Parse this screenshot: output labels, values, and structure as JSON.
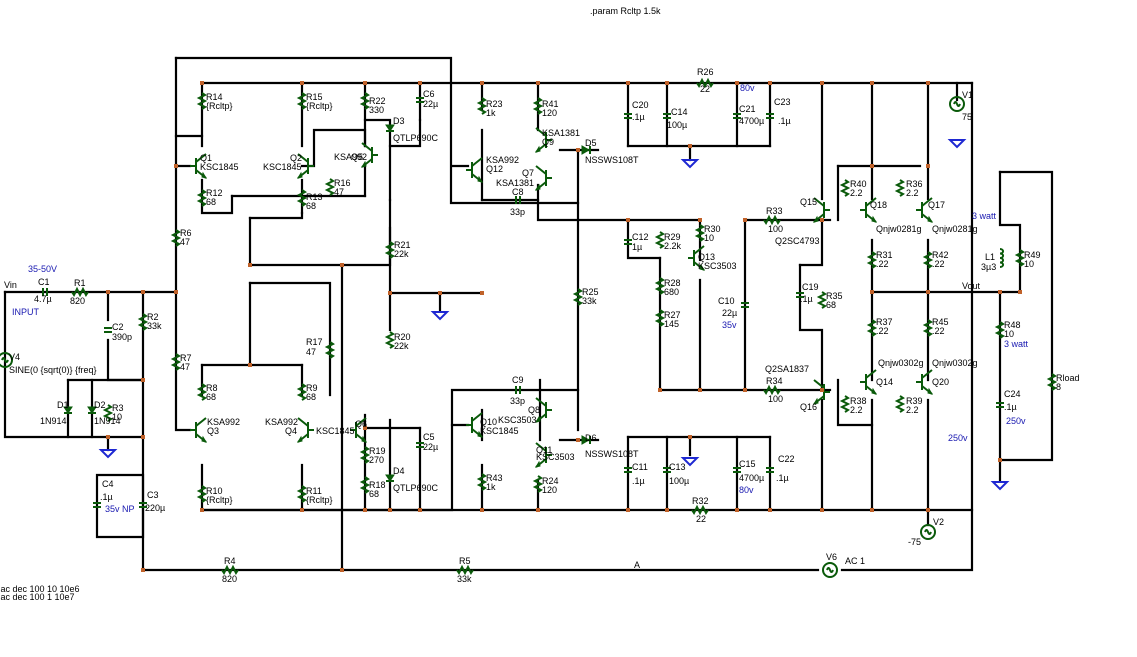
{
  "header": {
    "directive": ".param Rcltp 1.5k"
  },
  "footer": {
    "ac1": ".ac dec 100 10 10e6",
    "ac2": ".ac dec 100 1 10e7"
  },
  "nets": {
    "vin": "Vin",
    "vout": "Vout",
    "input": "INPUT",
    "a": "A"
  },
  "notes": {
    "supply_range": "35-50V",
    "c14_rating": "80v",
    "c15_rating": "80v",
    "c4_rating": "35v  NP",
    "c10_rating": "35v",
    "l1_power": "3 watt",
    "r48_power": "3 watt",
    "c24_rating": "250v",
    "rload_rating": "250v"
  },
  "sources": [
    {
      "ref": "V1",
      "value": "75"
    },
    {
      "ref": "V2",
      "value": "-75"
    },
    {
      "ref": "V4",
      "value": "SINE(0 {sqrt(0)} {freq}"
    },
    {
      "ref": "V6",
      "value": "AC 1"
    }
  ],
  "transistors": [
    {
      "ref": "Q1",
      "model": "KSC1845"
    },
    {
      "ref": "Q2",
      "model": "KSC1845"
    },
    {
      "ref": "Q3",
      "model": "KSA992"
    },
    {
      "ref": "Q4",
      "model": "KSA992"
    },
    {
      "ref": "Q5",
      "model": "KSA992"
    },
    {
      "ref": "Q6",
      "model": "KSC1845"
    },
    {
      "ref": "Q7",
      "model": "KSA1381"
    },
    {
      "ref": "Q8",
      "model": "KSC3503"
    },
    {
      "ref": "Q9",
      "model": "KSA1381"
    },
    {
      "ref": "Q10",
      "model": "KSC1845"
    },
    {
      "ref": "Q11",
      "model": "KSC3503"
    },
    {
      "ref": "Q12",
      "model": "KSA992"
    },
    {
      "ref": "Q13",
      "model": "KSC3503"
    },
    {
      "ref": "Q14",
      "model": "Qnjw0302g"
    },
    {
      "ref": "Q15",
      "model": "Q2SC4793"
    },
    {
      "ref": "Q16",
      "model": "Q2SA1837"
    },
    {
      "ref": "Q17",
      "model": "Qnjw0281g"
    },
    {
      "ref": "Q18",
      "model": "Qnjw0281g"
    },
    {
      "ref": "Q20",
      "model": "Qnjw0302g"
    }
  ],
  "diodes": [
    {
      "ref": "D1",
      "model": "1N914"
    },
    {
      "ref": "D2",
      "model": "1N914"
    },
    {
      "ref": "D3",
      "model": "QTLP690C"
    },
    {
      "ref": "D4",
      "model": "QTLP690C"
    },
    {
      "ref": "D5",
      "model": "NSSWS108T"
    },
    {
      "ref": "D6",
      "model": "NSSWS108T"
    }
  ],
  "resistors": [
    {
      "ref": "R1",
      "value": "820"
    },
    {
      "ref": "R2",
      "value": "33k"
    },
    {
      "ref": "R3",
      "value": "10"
    },
    {
      "ref": "R4",
      "value": "820"
    },
    {
      "ref": "R5",
      "value": "33k"
    },
    {
      "ref": "R6",
      "value": "47"
    },
    {
      "ref": "R7",
      "value": "47"
    },
    {
      "ref": "R8",
      "value": "68"
    },
    {
      "ref": "R9",
      "value": "68"
    },
    {
      "ref": "R10",
      "value": "{Rcltp}"
    },
    {
      "ref": "R11",
      "value": "{Rcltp}"
    },
    {
      "ref": "R12",
      "value": "68"
    },
    {
      "ref": "R13",
      "value": "68"
    },
    {
      "ref": "R14",
      "value": "{Rcltp}"
    },
    {
      "ref": "R15",
      "value": "{Rcltp}"
    },
    {
      "ref": "R16",
      "value": "47"
    },
    {
      "ref": "R17",
      "value": "47"
    },
    {
      "ref": "R18",
      "value": "68"
    },
    {
      "ref": "R19",
      "value": "270"
    },
    {
      "ref": "R20",
      "value": "22k"
    },
    {
      "ref": "R21",
      "value": "22k"
    },
    {
      "ref": "R22",
      "value": "330"
    },
    {
      "ref": "R23",
      "value": "1k"
    },
    {
      "ref": "R24",
      "value": "120"
    },
    {
      "ref": "R25",
      "value": "33k"
    },
    {
      "ref": "R26",
      "value": "22"
    },
    {
      "ref": "R27",
      "value": "145"
    },
    {
      "ref": "R28",
      "value": "680"
    },
    {
      "ref": "R29",
      "value": "2.2k"
    },
    {
      "ref": "R30",
      "value": "10"
    },
    {
      "ref": "R31",
      "value": ".22"
    },
    {
      "ref": "R32",
      "value": "22"
    },
    {
      "ref": "R33",
      "value": "100"
    },
    {
      "ref": "R34",
      "value": "100"
    },
    {
      "ref": "R35",
      "value": "68"
    },
    {
      "ref": "R36",
      "value": "2.2"
    },
    {
      "ref": "R37",
      "value": ".22"
    },
    {
      "ref": "R38",
      "value": "2.2"
    },
    {
      "ref": "R39",
      "value": "2.2"
    },
    {
      "ref": "R40",
      "value": "2.2"
    },
    {
      "ref": "R41",
      "value": "120"
    },
    {
      "ref": "R42",
      "value": ".22"
    },
    {
      "ref": "R43",
      "value": "1k"
    },
    {
      "ref": "R45",
      "value": ".22"
    },
    {
      "ref": "R48",
      "value": "10"
    },
    {
      "ref": "R49",
      "value": "10"
    },
    {
      "ref": "Rload",
      "value": "8"
    }
  ],
  "capacitors": [
    {
      "ref": "C1",
      "value": "4.7µ"
    },
    {
      "ref": "C2",
      "value": "390p"
    },
    {
      "ref": "C3",
      "value": "220µ"
    },
    {
      "ref": "C4",
      "value": ".1µ"
    },
    {
      "ref": "C5",
      "value": "22µ"
    },
    {
      "ref": "C6",
      "value": "22µ"
    },
    {
      "ref": "C8",
      "value": "33p"
    },
    {
      "ref": "C9",
      "value": "33p"
    },
    {
      "ref": "C10",
      "value": "22µ"
    },
    {
      "ref": "C11",
      "value": ".1µ"
    },
    {
      "ref": "C12",
      "value": "1µ"
    },
    {
      "ref": "C13",
      "value": "100µ"
    },
    {
      "ref": "C14",
      "value": "100µ"
    },
    {
      "ref": "C15",
      "value": "4700µ"
    },
    {
      "ref": "C19",
      "value": ".1µ"
    },
    {
      "ref": "C20",
      "value": ".1µ"
    },
    {
      "ref": "C21",
      "value": "4700µ"
    },
    {
      "ref": "C22",
      "value": ".1µ"
    },
    {
      "ref": "C23",
      "value": ".1µ"
    },
    {
      "ref": "C24",
      "value": ".1µ"
    }
  ],
  "inductors": [
    {
      "ref": "L1",
      "value": "3µ3"
    }
  ]
}
